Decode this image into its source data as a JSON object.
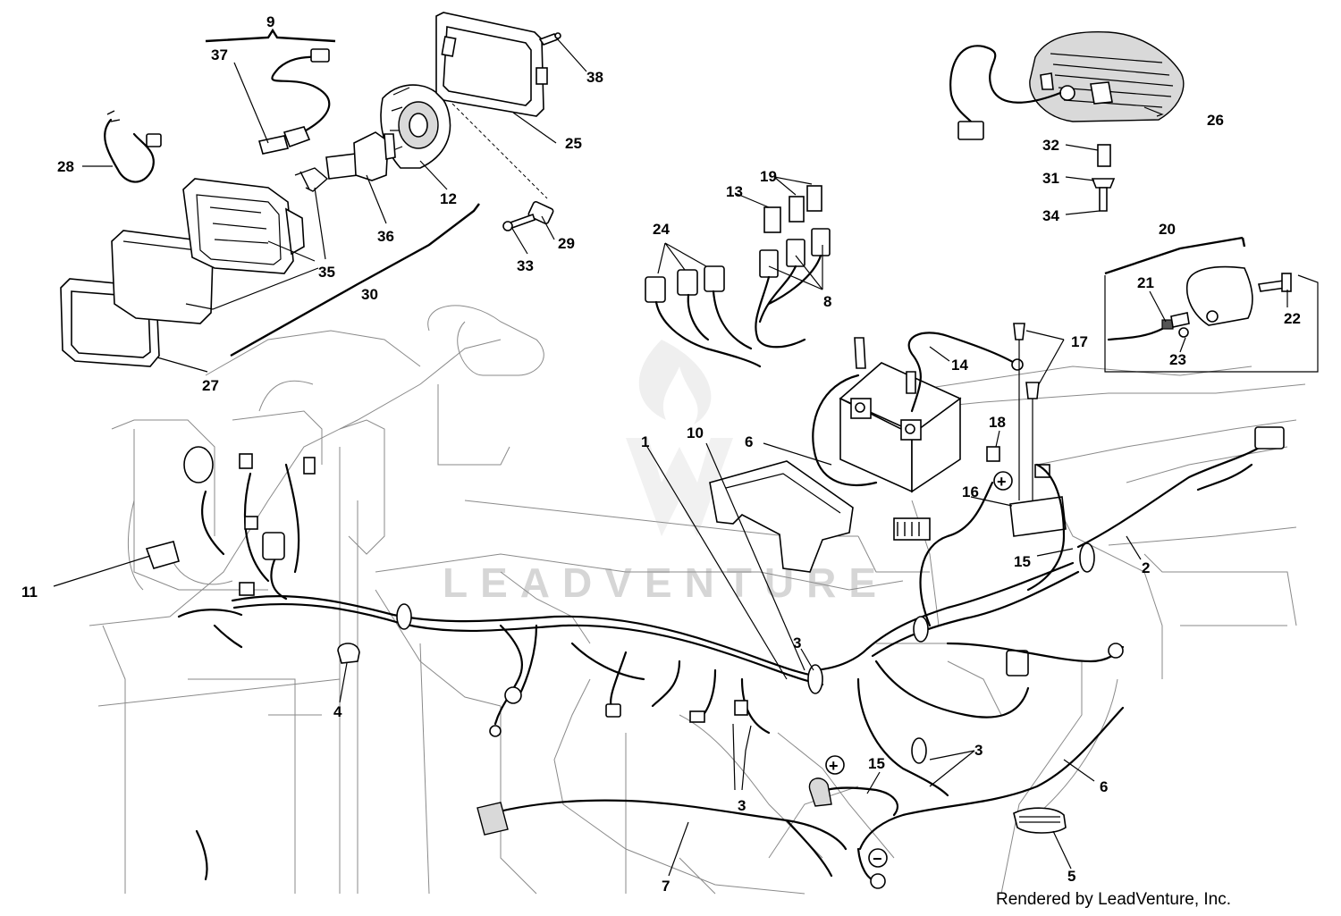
{
  "diagram": {
    "callouts": [
      {
        "id": "c1",
        "text": "1"
      },
      {
        "id": "c2",
        "text": "2"
      },
      {
        "id": "c3a",
        "text": "3"
      },
      {
        "id": "c3b",
        "text": "3"
      },
      {
        "id": "c3c",
        "text": "3"
      },
      {
        "id": "c4",
        "text": "4"
      },
      {
        "id": "c5",
        "text": "5"
      },
      {
        "id": "c6a",
        "text": "6"
      },
      {
        "id": "c6b",
        "text": "6"
      },
      {
        "id": "c7",
        "text": "7"
      },
      {
        "id": "c8",
        "text": "8"
      },
      {
        "id": "c9",
        "text": "9"
      },
      {
        "id": "c10",
        "text": "10"
      },
      {
        "id": "c11",
        "text": "11"
      },
      {
        "id": "c12",
        "text": "12"
      },
      {
        "id": "c13",
        "text": "13"
      },
      {
        "id": "c14",
        "text": "14"
      },
      {
        "id": "c15a",
        "text": "15"
      },
      {
        "id": "c15b",
        "text": "15"
      },
      {
        "id": "c16",
        "text": "16"
      },
      {
        "id": "c17",
        "text": "17"
      },
      {
        "id": "c18",
        "text": "18"
      },
      {
        "id": "c19",
        "text": "19"
      },
      {
        "id": "c20",
        "text": "20"
      },
      {
        "id": "c21",
        "text": "21"
      },
      {
        "id": "c22",
        "text": "22"
      },
      {
        "id": "c23",
        "text": "23"
      },
      {
        "id": "c24",
        "text": "24"
      },
      {
        "id": "c25",
        "text": "25"
      },
      {
        "id": "c26",
        "text": "26"
      },
      {
        "id": "c27",
        "text": "27"
      },
      {
        "id": "c28",
        "text": "28"
      },
      {
        "id": "c29",
        "text": "29"
      },
      {
        "id": "c30",
        "text": "30"
      },
      {
        "id": "c31",
        "text": "31"
      },
      {
        "id": "c32",
        "text": "32"
      },
      {
        "id": "c33",
        "text": "33"
      },
      {
        "id": "c34",
        "text": "34"
      },
      {
        "id": "c35",
        "text": "35"
      },
      {
        "id": "c36",
        "text": "36"
      },
      {
        "id": "c37",
        "text": "37"
      },
      {
        "id": "c38",
        "text": "38"
      }
    ],
    "symbols": {
      "plus_battery": "+",
      "plus_cable": "+",
      "minus_cable": "−"
    },
    "watermark": "LEADVENTURE",
    "credit": "Rendered by LeadVenture, Inc."
  }
}
